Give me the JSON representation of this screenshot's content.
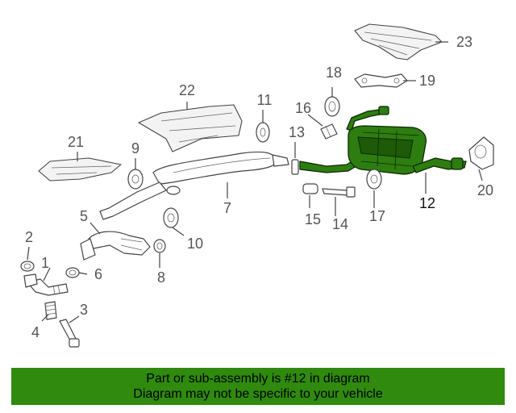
{
  "callouts": [
    "1",
    "2",
    "3",
    "4",
    "5",
    "6",
    "7",
    "8",
    "9",
    "10",
    "11",
    "12",
    "13",
    "14",
    "15",
    "16",
    "17",
    "18",
    "19",
    "20",
    "21",
    "22",
    "23"
  ],
  "highlighted_part": "12",
  "colors": {
    "highlight": "#2e7d10",
    "banner": "#2f8a0e"
  },
  "banner": {
    "line1": "Part or sub-assembly is #12 in diagram",
    "line2": "Diagram may not be specific to your vehicle"
  }
}
